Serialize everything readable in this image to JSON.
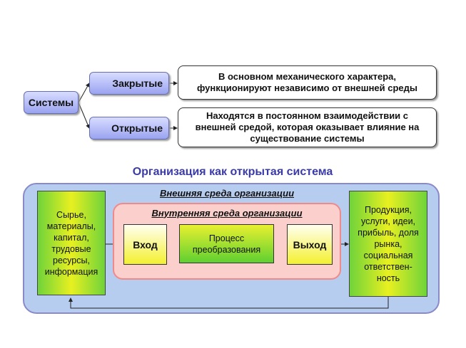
{
  "top": {
    "root_label": "Системы",
    "closed_label": "Закрытые",
    "open_label": "Открытые",
    "closed_desc": "В основном механического характера, функционируют независимо от внешней среды",
    "open_desc": "Находятся в постоянном взаимодействии с внешней средой, которая оказывает влияние на существование системы"
  },
  "bottom": {
    "title": "Организация как открытая система",
    "external_env": "Внешняя среда организации",
    "internal_env": "Внутренняя среда организации",
    "inputs": "Сырье, материалы, капитал, трудовые ресурсы, информация",
    "input_label": "Вход",
    "process_label": "Процесс преобразования",
    "output_label": "Выход",
    "outputs": "Продукция, услуги, идеи, прибыль, доля рынка, социальная ответствен-ность"
  }
}
